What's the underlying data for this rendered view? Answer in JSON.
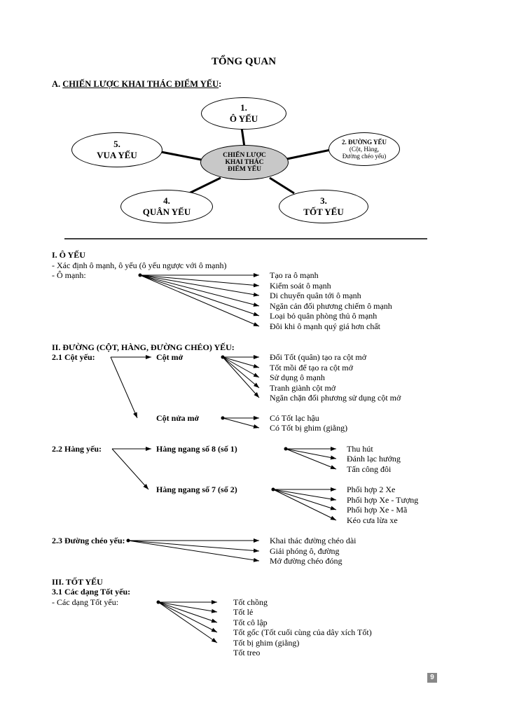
{
  "title": "TỔNG QUAN",
  "sectionA": {
    "prefix": "A.",
    "label": "CHIẾN LƯỢC KHAI THÁC ĐIỂM YẾU",
    "suffix": ":"
  },
  "diagram": {
    "center": [
      "CHIẾN LƯỢC",
      "KHAI THÁC",
      "ĐIỂM YẾU"
    ],
    "node1": [
      "1.",
      "Ô YẾU"
    ],
    "node2": [
      "2. ĐƯỜNG YẾU",
      "(Cột, Hàng,",
      "Đường chéo yếu)"
    ],
    "node3": [
      "3.",
      "TỐT YẾU"
    ],
    "node4": [
      "4.",
      "QUÂN YẾU"
    ],
    "node5": [
      "5.",
      "VUA YẾU"
    ]
  },
  "s1": {
    "heading": "I. Ô YẾU",
    "line1": "- Xác định ô mạnh, ô yếu (ô yếu ngược với ô mạnh)",
    "line2": "- Ô mạnh:",
    "items": [
      "Tạo ra ô mạnh",
      "Kiểm soát ô mạnh",
      "Di chuyển quân tới ô mạnh",
      "Ngăn cản đối phương chiếm ô mạnh",
      "Loại bỏ quân phòng thủ ô mạnh",
      "Đôi khi ô mạnh quý giá hơn chất"
    ]
  },
  "s2": {
    "heading": "II. ĐƯỜNG (CỘT, HÀNG, ĐƯỜNG CHÉO) YẾU:",
    "col_label": "2.1 Cột yếu:",
    "open_label": "Cột mở",
    "open_items": [
      "Đổi Tốt (quân) tạo ra cột mở",
      "Tốt mồi để tạo ra cột mở",
      "Sử dụng ô mạnh",
      "Tranh giành cột mở",
      "Ngăn chặn đối phương sử dụng cột mở"
    ],
    "half_label": "Cột nửa mở",
    "half_items": [
      "Có Tốt lạc hậu",
      "Có Tốt bị ghim (giằng)"
    ],
    "row_label": "2.2 Hàng yếu:",
    "row8_label": "Hàng ngang số 8 (số 1)",
    "row8_items": [
      "Thu hút",
      "Đánh lạc hướng",
      "Tấn công đôi"
    ],
    "row7_label": "Hàng ngang số 7 (số 2)",
    "row7_items": [
      "Phối hợp 2 Xe",
      "Phối hợp Xe - Tượng",
      "Phối hợp Xe - Mã",
      "Kéo cưa lừa xe"
    ],
    "diag_label": "2.3 Đường chéo yếu:",
    "diag_items": [
      "Khai thác đường chéo dài",
      "Giải phóng ô, đường",
      "Mở đường chéo đóng"
    ]
  },
  "s3": {
    "heading": "III. TỐT YẾU",
    "sub": "3.1 Các dạng Tốt yếu:",
    "label": "- Các dạng Tốt yếu:",
    "items": [
      "Tốt chồng",
      "Tốt lẻ",
      "Tốt cô lập",
      "Tốt gốc (Tốt cuối cùng của dây xích Tốt)",
      "Tốt bị ghim (giằng)",
      "Tốt treo"
    ]
  },
  "page_number": "9"
}
